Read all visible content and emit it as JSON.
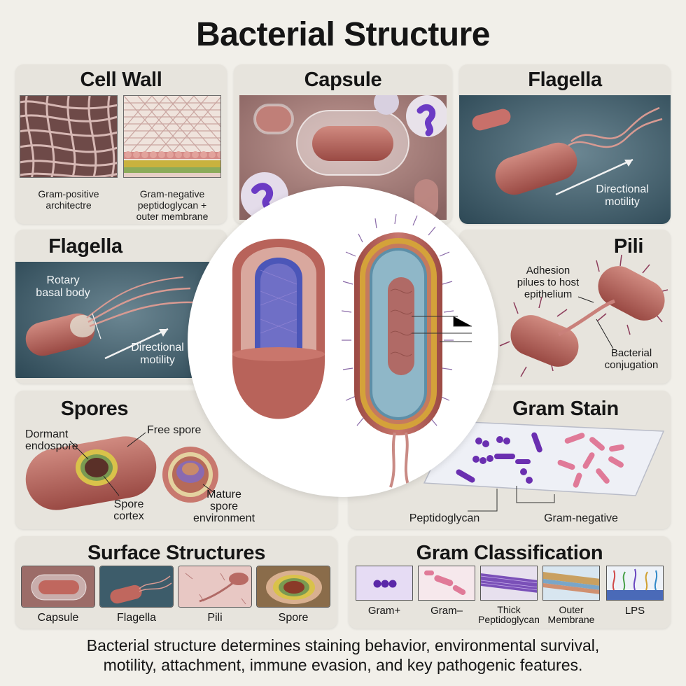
{
  "title": "Bacterial Structure",
  "panels": {
    "cell_wall": {
      "title": "Cell Wall",
      "gram_positive_label": "Gram-positive\narchitectre",
      "gram_negative_label": "Gram-negative\npeptidoglycan +\nouter membrane"
    },
    "capsule": {
      "title": "Capsule"
    },
    "flagella_top": {
      "title": "Flagella",
      "motility_label": "Directional\nmotility"
    },
    "flagella_left": {
      "title": "Flagella",
      "rotary_label": "Rotary\nbasal body",
      "motility_label": "Directional\nmotility"
    },
    "pili": {
      "title": "Pili",
      "adhesion_label": "Adhesion\npilues to host\nepithelium",
      "conjugation_label": "Bacterial\nconjugation"
    },
    "spores": {
      "title": "Spores",
      "dormant_label": "Dormant\nendospore",
      "free_label": "Free spore",
      "cortex_label": "Spore\ncortex",
      "mature_label": "Mature\nspore\nenvironment"
    },
    "gram_stain": {
      "title": "Gram Stain",
      "peptidoglycan_label": "Peptidoglycan",
      "gram_negative_label": "Gram-negative"
    },
    "surface": {
      "title": "Surface Structures",
      "items": [
        "Capsule",
        "Flagella",
        "Pili",
        "Spore"
      ]
    },
    "gram_classification": {
      "title": "Gram Classification",
      "items": [
        "Gram+",
        "Gram–",
        "Thick\nPeptidoglycan",
        "Outer\nMembrane",
        "LPS"
      ]
    }
  },
  "footer": "Bacterial structure determines staining behavior, environmental survival,\nmotility, attachment, immune evasion, and key pathogenic features.",
  "colors": {
    "background": "#f1efe9",
    "panel": "#e7e4dd",
    "bacterium": "#b8635a",
    "gram_positive": "#6a2fb0",
    "gram_negative": "#e07a98",
    "flagella_bg": "#3d5c6a"
  }
}
